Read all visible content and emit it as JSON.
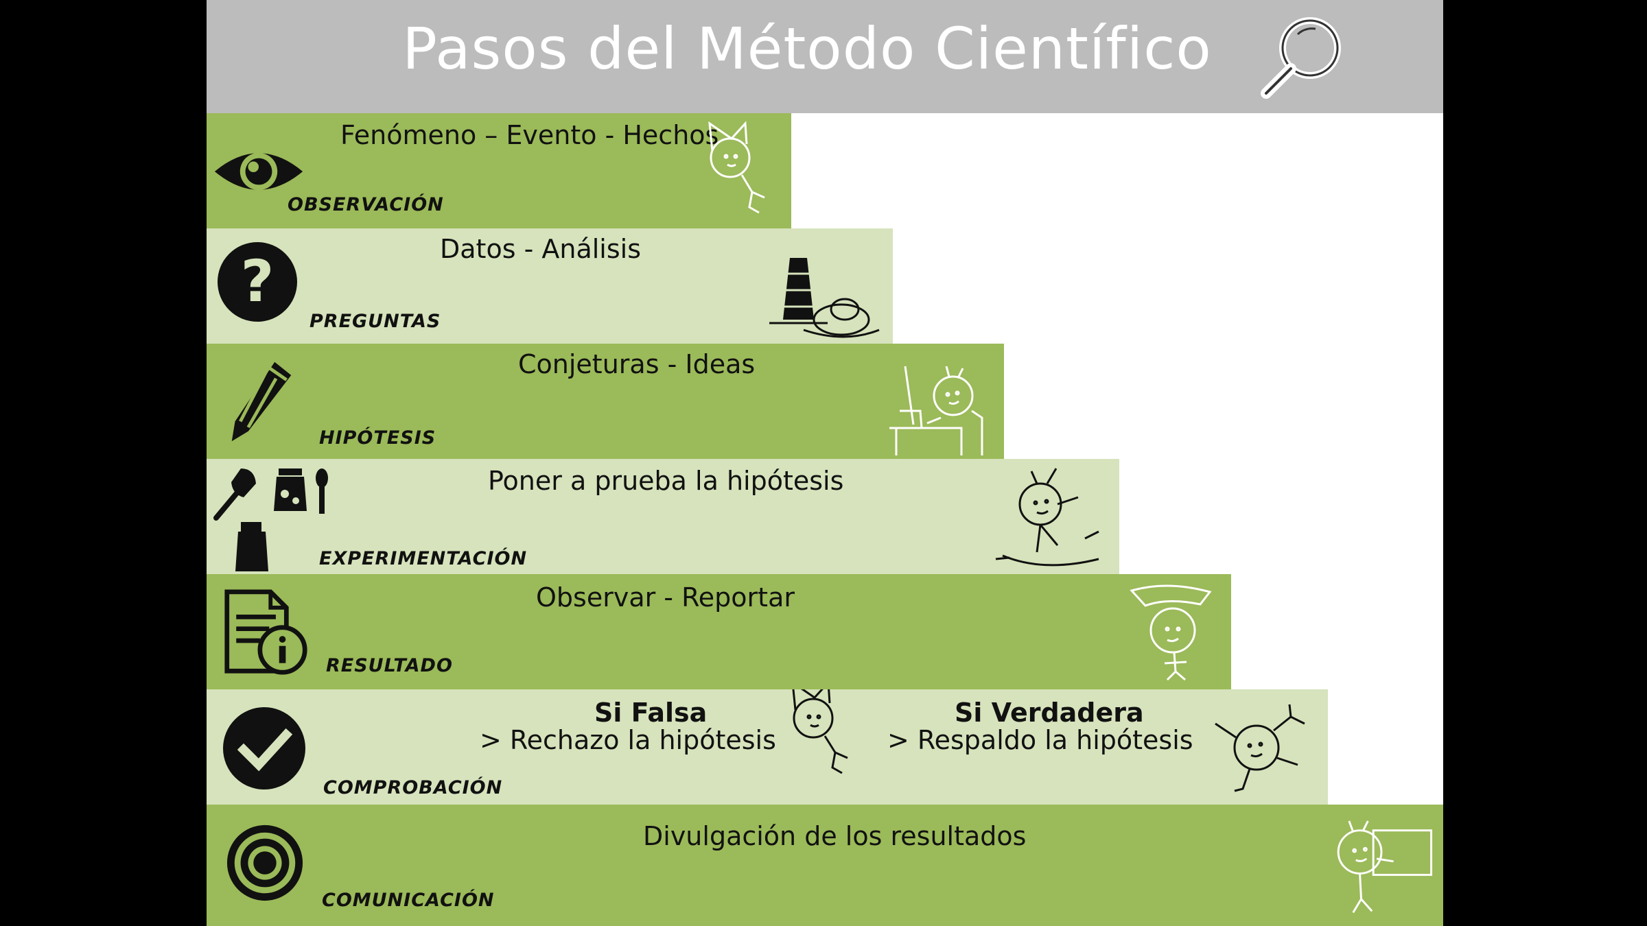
{
  "header": {
    "title": "Pasos del Método Científico",
    "icon": "magnifier-icon"
  },
  "colors": {
    "dark_band": "#9bba59",
    "light_band": "#d6e3bc",
    "header": "#bcbcbc",
    "background": "#000000"
  },
  "steps": [
    {
      "label": "OBSERVACIÓN",
      "text": "Fenómeno – Evento - Hechos",
      "icon": "eye-icon"
    },
    {
      "label": "PREGUNTAS",
      "text": "Datos - Análisis",
      "icon": "question-icon"
    },
    {
      "label": "HIPÓTESIS",
      "text": "Conjeturas - Ideas",
      "icon": "pencil-icon"
    },
    {
      "label": "EXPERIMENTACIÓN",
      "text": "Poner a prueba la hipótesis",
      "icon": "lab-tools-icon"
    },
    {
      "label": "RESULTADO",
      "text": "Observar  - Reportar",
      "icon": "document-info-icon"
    },
    {
      "label": "COMPROBACIÓN",
      "icon": "checkmark-icon",
      "false_title": "Si Falsa",
      "false_text": "> Rechazo la hipótesis",
      "true_title": "Si Verdadera",
      "true_text": "> Respaldo la hipótesis"
    },
    {
      "label": "COMUNICACIÓN",
      "text": "Divulgación de los resultados",
      "icon": "target-icon"
    }
  ]
}
